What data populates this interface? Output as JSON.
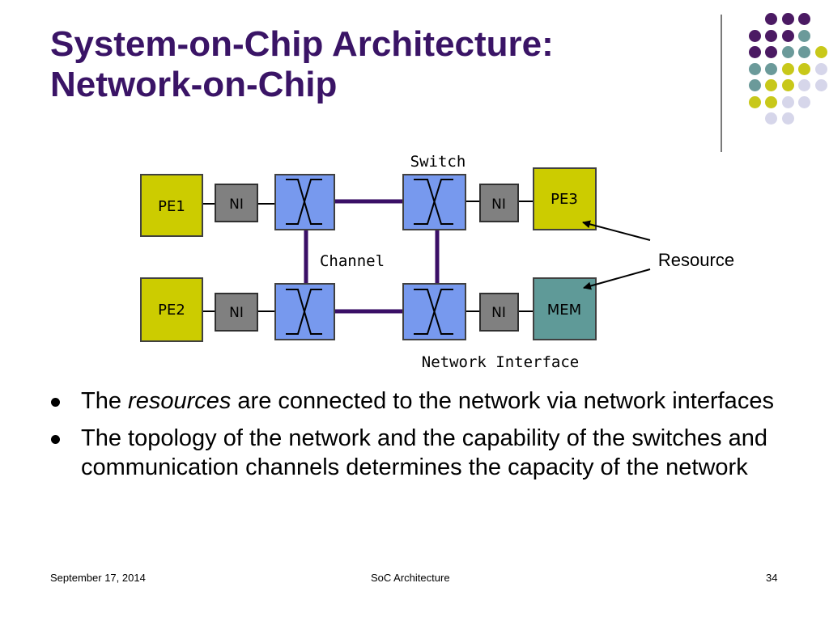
{
  "slide": {
    "title_line1": "System-on-Chip Architecture:",
    "title_line2": "Network-on-Chip"
  },
  "decor": {
    "dot_colors": {
      "purple": "#4b1a63",
      "teal": "#6b9a9a",
      "yellow": "#c8c81a",
      "lavender": "#d6d6ea"
    }
  },
  "diagram": {
    "nodes": {
      "pe1": "PE1",
      "pe2": "PE2",
      "pe3": "PE3",
      "mem": "MEM",
      "ni": "NI"
    },
    "labels": {
      "switch": "Switch",
      "channel": "Channel",
      "resource": "Resource",
      "network_interface": "Network Interface"
    },
    "colors": {
      "resource_fill": "#cccc00",
      "mem_fill": "#5f9a98",
      "ni_fill": "#808080",
      "switch_fill": "#7799ee",
      "channel": "#3a0f66"
    }
  },
  "bullets": [
    {
      "pre": "The ",
      "em": "resources",
      "post": " are connected to the network via network interfaces"
    },
    {
      "pre": "The topology of the network and the capability of the switches and communication channels determines the capacity of the network",
      "em": "",
      "post": ""
    }
  ],
  "footer": {
    "date": "September 17, 2014",
    "center": "SoC Architecture",
    "page": "34"
  }
}
